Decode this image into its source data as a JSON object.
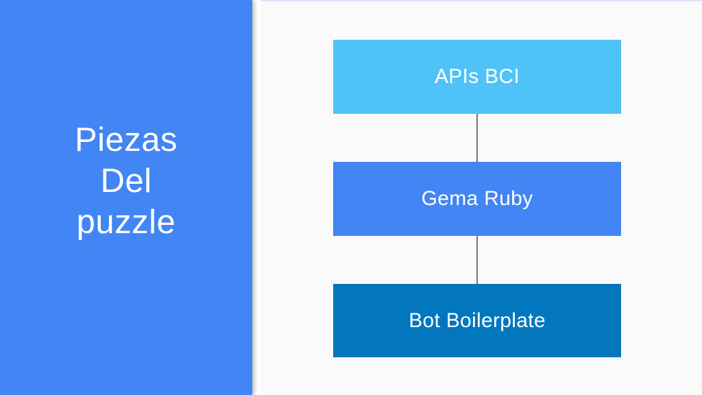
{
  "slide": {
    "background": "#FFFFFF"
  },
  "sidebar": {
    "background": "#4285F4",
    "text_color": "#FFFFFF",
    "title_lines": [
      "Piezas",
      "Del",
      "puzzle"
    ]
  },
  "diagram": {
    "panel_background": "#FAFAFA",
    "connector_color": "#757575",
    "nodes": [
      {
        "label": "APIs BCI",
        "color": "#4FC3F7"
      },
      {
        "label": "Gema Ruby",
        "color": "#4285F4"
      },
      {
        "label": "Bot Boilerplate",
        "color": "#0277BD"
      }
    ]
  }
}
